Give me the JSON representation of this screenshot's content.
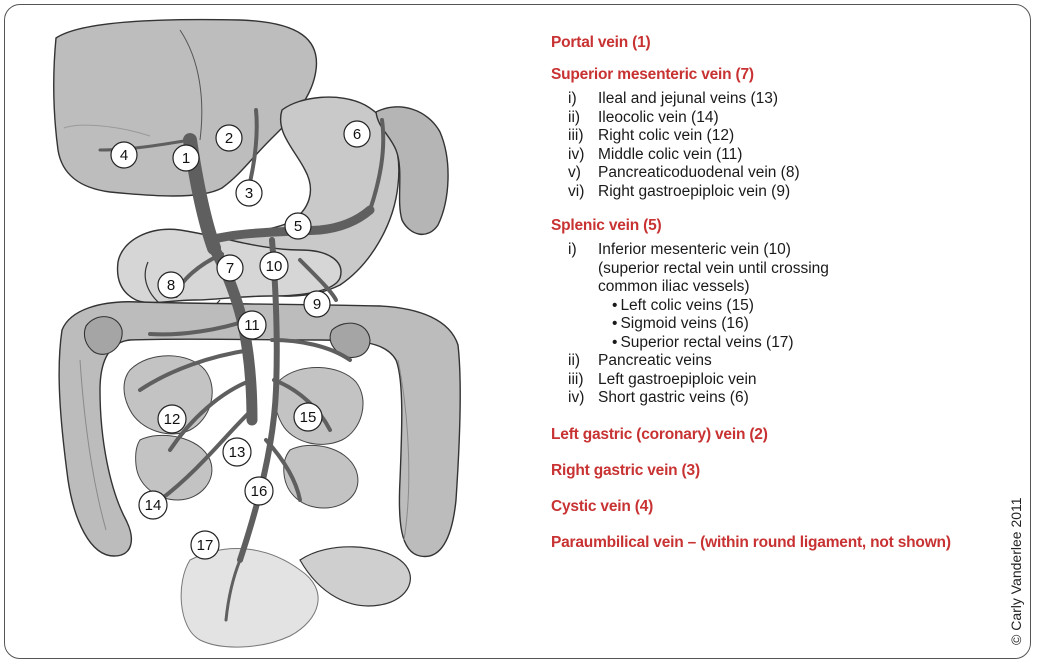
{
  "legend": {
    "portal": "Portal vein (1)",
    "sup_mes": {
      "heading": "Superior mesenteric vein (7)",
      "items": [
        {
          "num": "i)",
          "text": "Ileal and jejunal veins (13)"
        },
        {
          "num": "ii)",
          "text": "Ileocolic vein (14)"
        },
        {
          "num": "iii)",
          "text": "Right colic vein (12)"
        },
        {
          "num": "iv)",
          "text": "Middle colic vein (11)"
        },
        {
          "num": "v)",
          "text": "Pancreaticoduodenal vein (8)"
        },
        {
          "num": "vi)",
          "text": "Right gastroepiploic vein (9)"
        }
      ]
    },
    "splenic": {
      "heading": "Splenic vein (5)",
      "item1_num": "i)",
      "item1_line1": "Inferior mesenteric vein (10)",
      "item1_line2": "(superior rectal vein until crossing",
      "item1_line3": "common iliac vessels)",
      "sub": [
        "Left colic veins (15)",
        "Sigmoid veins (16)",
        "Superior rectal veins (17)"
      ],
      "items": [
        {
          "num": "ii)",
          "text": "Pancreatic veins"
        },
        {
          "num": "iii)",
          "text": "Left gastroepiploic vein"
        },
        {
          "num": "iv)",
          "text": "Short gastric veins (6)"
        }
      ]
    },
    "left_gastric": "Left gastric (coronary) vein (2)",
    "right_gastric": "Right gastric vein (3)",
    "cystic": "Cystic vein (4)",
    "paraumbilical": "Paraumbilical vein – (within round ligament, not shown)"
  },
  "copyright": "© Carly Vanderlee 2011",
  "diagram_labels": [
    "1",
    "2",
    "3",
    "4",
    "5",
    "6",
    "7",
    "8",
    "9",
    "10",
    "11",
    "12",
    "13",
    "14",
    "15",
    "16",
    "17"
  ],
  "colors": {
    "heading": "#c83232",
    "organ_fill": "#b5b5b5",
    "organ_light": "#d4d4d4",
    "vein": "#6e6e6e",
    "vein_dark": "#4a4a4a"
  }
}
